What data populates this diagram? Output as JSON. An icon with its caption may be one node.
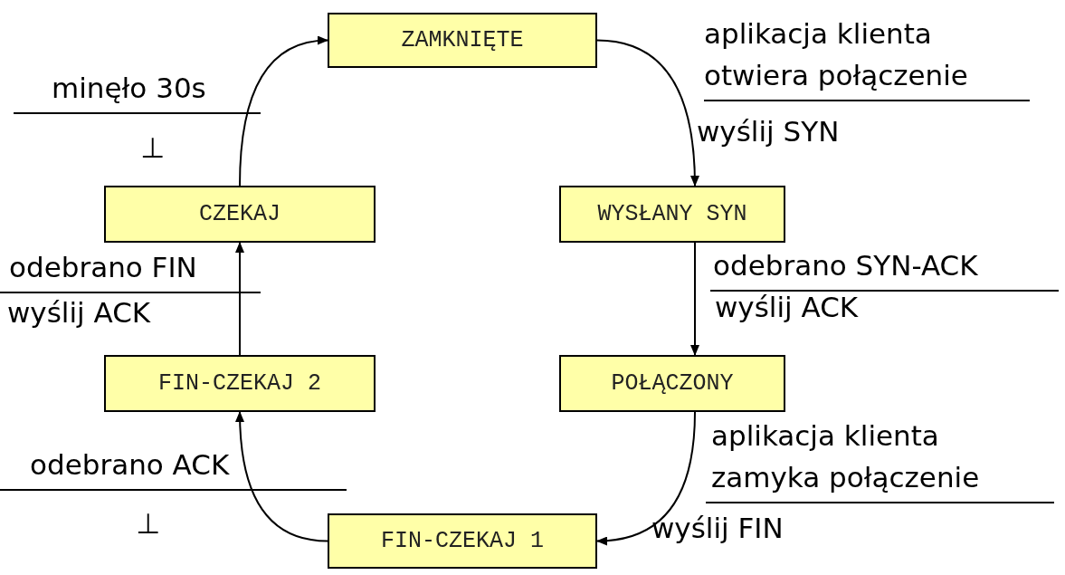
{
  "diagram": {
    "nodes": [
      {
        "text": [
          "ZAMKNIĘTE"
        ]
      },
      {
        "text": [
          "WYSŁANY SYN"
        ]
      },
      {
        "text": [
          "POŁĄCZONY"
        ]
      },
      {
        "text": [
          "FIN-CZEKAJ 1"
        ]
      },
      {
        "text": [
          "FIN-CZEKAJ 2"
        ]
      },
      {
        "text": [
          "CZEKAJ"
        ]
      }
    ],
    "edges": [
      {
        "from": 0,
        "to": 1,
        "arrow": "to"
      },
      {
        "from": 1,
        "to": 2,
        "arrow": "to"
      },
      {
        "from": 2,
        "to": 3,
        "arrow": "to"
      },
      {
        "from": 3,
        "to": 4,
        "arrow": "to"
      },
      {
        "from": 4,
        "to": 5,
        "arrow": "to"
      },
      {
        "from": 5,
        "to": 0,
        "arrow": "to"
      }
    ],
    "labels": [
      "aplikacja klienta otwiera połączenie",
      "minęło 30s",
      "wyślij SYN",
      "⊥",
      "odebrano FIN",
      "odebrano SYN-ACK",
      "wyślij ACK",
      "wyślij ACK",
      "aplikacja klienta zamyka połączenie",
      "odebrano ACK",
      "⊥",
      "wyślij FIN"
    ]
  }
}
